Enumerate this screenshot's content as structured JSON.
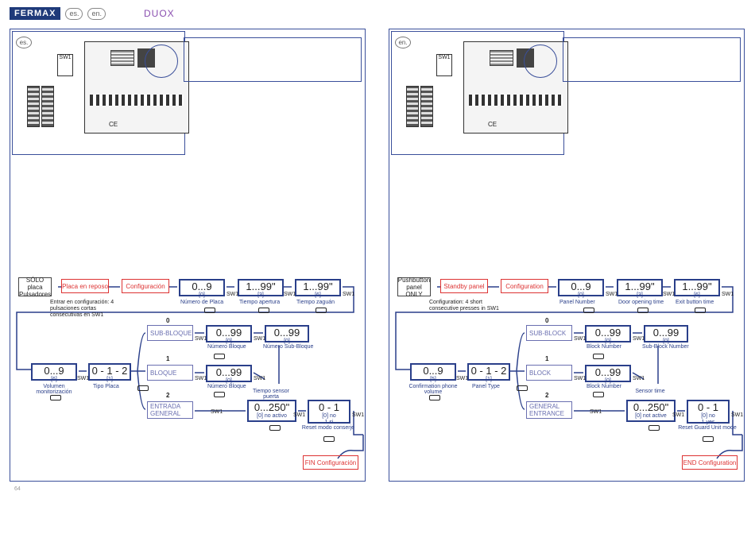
{
  "header": {
    "logo": "FERMAX",
    "lang1": "es.",
    "lang2": "en.",
    "brand": "DUOX"
  },
  "es": {
    "lang": "es.",
    "sw1": "SW1",
    "ce": "CE",
    "only": "SÓLO placa Pulsadores",
    "standby": "Placa en reposo",
    "config": "Configuración",
    "enter_note": "Entrar en configuración: 4 pulsaciones cortas consecutivas en SW1",
    "v1": {
      "range": "0...9",
      "def": "[0]",
      "label": "Número de Placa"
    },
    "v2": {
      "range": "1...99\"",
      "def": "[3]",
      "label": "Tiempo apertura"
    },
    "v3": {
      "range": "1...99\"",
      "def": "[6]",
      "label": "Tiempo zaguán"
    },
    "v4": {
      "range": "0...9",
      "def": "[6]",
      "label": "Volumen monitorización"
    },
    "v5": {
      "range": "0 - 1 - 2",
      "def": "[1]",
      "label": "Tipo Placa"
    },
    "n0": "0",
    "n1": "1",
    "n2": "2",
    "opt0": "SUB-BLOQUE",
    "opt1": "BLOQUE",
    "opt2": "ENTRADA GENERAL",
    "v6": {
      "range": "0...99",
      "def": "[0]",
      "label": "Número Bloque"
    },
    "v7": {
      "range": "0...99",
      "def": "[0]",
      "label": "Número Sub-Bloque"
    },
    "v8": {
      "range": "0...99",
      "def": "[0]",
      "label": "Número Bloque"
    },
    "sensor": "Tiempo sensor puerta",
    "v9": {
      "range": "0...250\"",
      "def": "[0] no activo"
    },
    "v10": {
      "range": "0 - 1",
      "def1": "[0] no",
      "def2": "1 si",
      "label": "Reset modo conserje"
    },
    "end": "FIN Configuración"
  },
  "en": {
    "lang": "en.",
    "sw1": "SW1",
    "ce": "CE",
    "only": "Pushbutton panel ONLY",
    "standby": "Standby panel",
    "config": "Configuration",
    "enter_note": "Configuration: 4 short consecutive presses in SW1",
    "v1": {
      "range": "0...9",
      "def": "[0]",
      "label": "Panel Number"
    },
    "v2": {
      "range": "1...99\"",
      "def": "[3]",
      "label": "Door opening time"
    },
    "v3": {
      "range": "1...99\"",
      "def": "[6]",
      "label": "Exit button time"
    },
    "v4": {
      "range": "0...9",
      "def": "[5]",
      "label": "Confirmation phone volume"
    },
    "v5": {
      "range": "0 - 1 - 2",
      "def": "[1]",
      "label": "Panel Type"
    },
    "n0": "0",
    "n1": "1",
    "n2": "2",
    "opt0": "SUB-BLOCK",
    "opt1": "BLOCK",
    "opt2": "GENERAL ENTRANCE",
    "v6": {
      "range": "0...99",
      "def": "[0]",
      "label": "Block Number"
    },
    "v7": {
      "range": "0...99",
      "def": "[0]",
      "label": "Sub-Block Number"
    },
    "v8": {
      "range": "0...99",
      "def": "[0]",
      "label": "Block Number"
    },
    "sensor": "Sensor time",
    "v9": {
      "range": "0...250\"",
      "def": "[0] not active"
    },
    "v10": {
      "range": "0 - 1",
      "def1": "[0] no",
      "def2": "1 yes",
      "label": "Reset Guard Unit mode"
    },
    "end": "END Configuration"
  },
  "footer": {
    "page": "64"
  }
}
